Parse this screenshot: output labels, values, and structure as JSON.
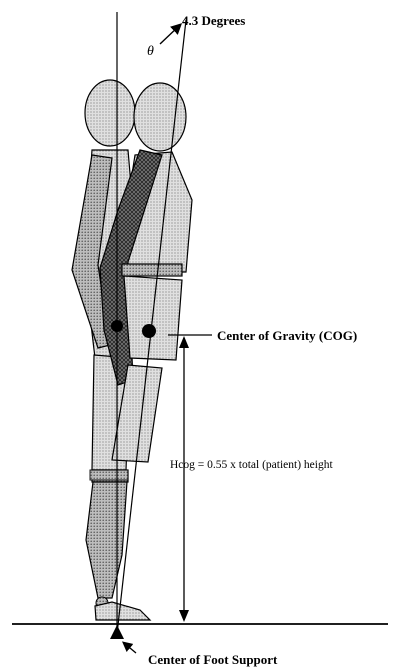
{
  "annotations": {
    "angle_label": "4.3 Degrees",
    "theta_symbol": "θ",
    "cog_label": "Center of Gravity (COG)",
    "height_label": "Hcog = 0.55 x total (patient) height",
    "foot_support_label": "Center of Foot Support"
  },
  "colors": {
    "ink": "#000000",
    "light_gray": "#d2d2d2",
    "mid_gray": "#a9a9a9",
    "dark_gray": "#5a5a5a",
    "background": "#ffffff"
  }
}
